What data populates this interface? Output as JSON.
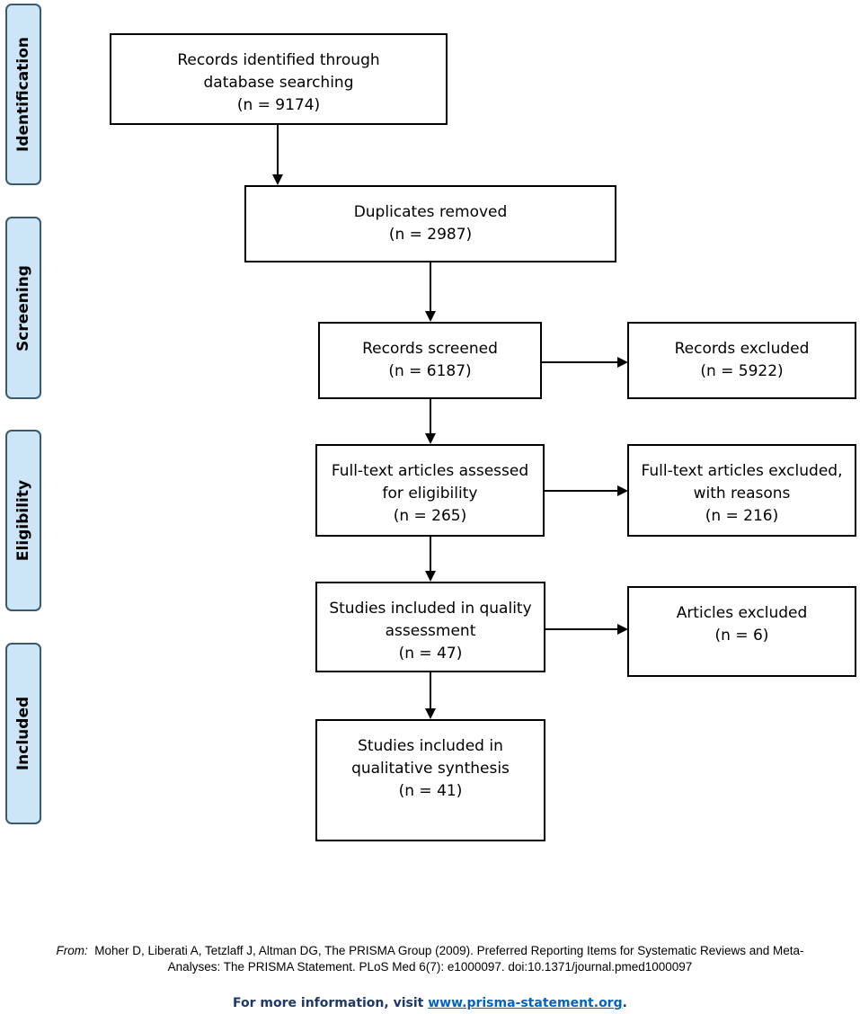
{
  "phases": {
    "identification": "Identification",
    "screening": "Screening",
    "eligibility": "Eligibility",
    "included": "Included"
  },
  "boxes": {
    "identified": {
      "lines": [
        "Records identified through",
        "database searching",
        "(n = 9174)"
      ]
    },
    "duplicates": {
      "lines": [
        "Duplicates removed",
        "(n = 2987)"
      ]
    },
    "screened": {
      "lines": [
        "Records screened",
        "(n = 6187)"
      ]
    },
    "excluded": {
      "lines": [
        "Records excluded",
        "(n = 5922)"
      ]
    },
    "fulltext": {
      "lines": [
        "Full-text articles assessed",
        "for eligibility",
        "(n = 265)"
      ]
    },
    "fulltext_excluded": {
      "lines": [
        "Full-text articles excluded,",
        "with reasons",
        "(n = 216)"
      ]
    },
    "quality": {
      "lines": [
        "Studies included in quality",
        "assessment",
        "(n = 47)"
      ]
    },
    "articles_excluded": {
      "lines": [
        "Articles excluded",
        "(n = 6)"
      ]
    },
    "qualitative": {
      "lines": [
        "Studies included in",
        "qualitative synthesis",
        "(n = 41)"
      ]
    }
  },
  "citation": {
    "from_label": "From:",
    "text_line1": "Moher D, Liberati A, Tetzlaff J, Altman DG, The PRISMA Group (2009). Preferred Reporting Items for Systematic Reviews and Meta-",
    "text_line2": "Analyses: The PRISMA Statement. PLoS Med 6(7): e1000097. doi:10.1371/journal.pmed1000097"
  },
  "footer": {
    "prefix": "For more information, visit ",
    "link": "www.prisma-statement.org",
    "suffix": "."
  },
  "colors": {
    "phase_fill": "#cce6f8",
    "phase_border": "#3b5a6e",
    "box_border": "#000000",
    "footer_text": "#1f3864",
    "link": "#0563c1"
  }
}
